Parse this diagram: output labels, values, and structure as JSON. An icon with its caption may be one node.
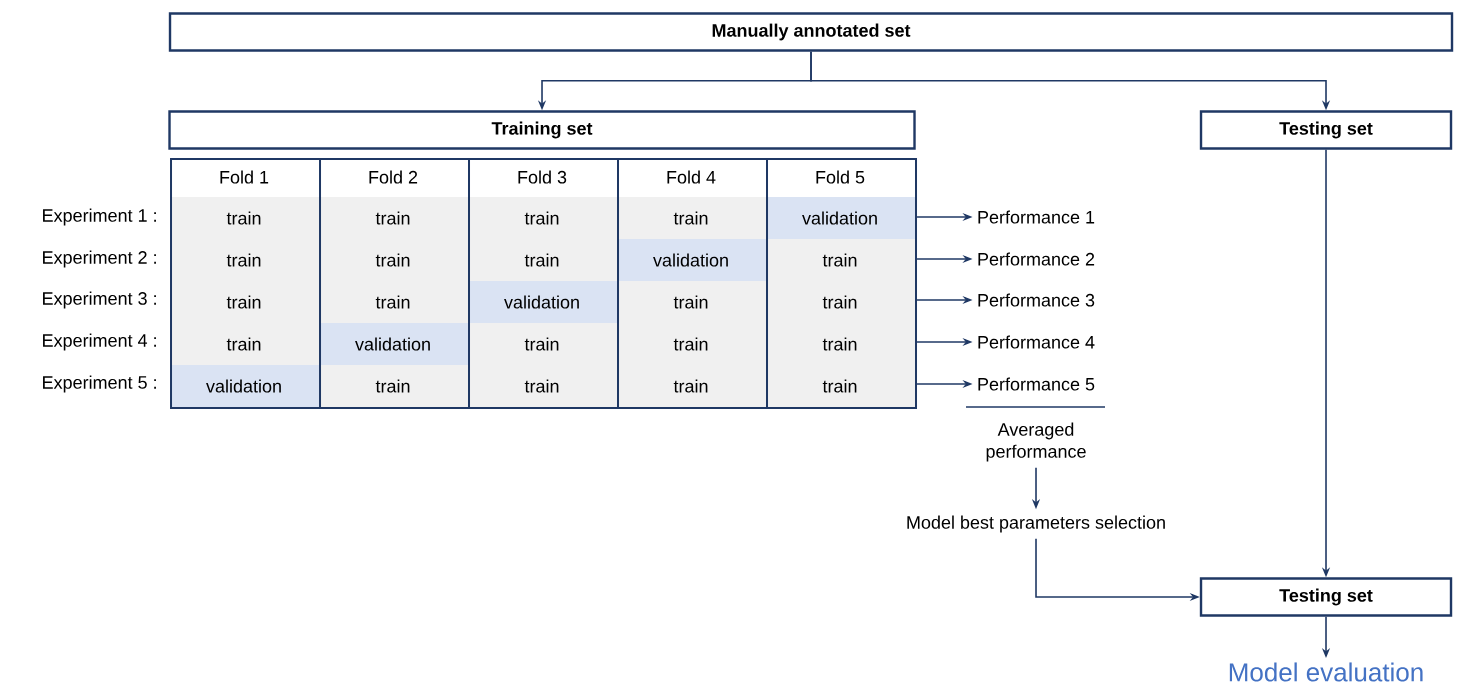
{
  "diagram": {
    "nodes": [
      {
        "text": [
          "Manually annotated set"
        ]
      },
      {
        "text": [
          "Training set"
        ]
      },
      {
        "text": [
          "Testing set"
        ]
      },
      {
        "text": [
          "Fold 1",
          "train",
          "train",
          "train",
          "train",
          "validation"
        ]
      },
      {
        "text": [
          "Fold 2",
          "train",
          "train",
          "train",
          "validation",
          "train"
        ]
      },
      {
        "text": [
          "Fold 3",
          "train",
          "train",
          "validation",
          "train",
          "train"
        ]
      },
      {
        "text": [
          "Fold 4",
          "train",
          "validation",
          "train",
          "train",
          "train"
        ]
      },
      {
        "text": [
          "Fold 5",
          "validation",
          "train",
          "train",
          "train",
          "train"
        ]
      },
      {
        "text": [
          "Performance 1"
        ]
      },
      {
        "text": [
          "Performance 2"
        ]
      },
      {
        "text": [
          "Performance 3"
        ]
      },
      {
        "text": [
          "Performance 4"
        ]
      },
      {
        "text": [
          "Performance 5"
        ]
      },
      {
        "text": [
          "Averaged performance"
        ]
      },
      {
        "text": [
          "Model best parameters selection"
        ]
      },
      {
        "text": [
          "Testing set"
        ]
      },
      {
        "text": [
          "Model evaluation"
        ]
      }
    ],
    "edges": [
      {
        "from": 0,
        "to": 1,
        "arrow": "to"
      },
      {
        "from": 0,
        "to": 2,
        "arrow": "to"
      },
      {
        "from": 7,
        "to": 8,
        "arrow": "to"
      },
      {
        "from": 7,
        "to": 9,
        "arrow": "to"
      },
      {
        "from": 7,
        "to": 10,
        "arrow": "to"
      },
      {
        "from": 7,
        "to": 11,
        "arrow": "to"
      },
      {
        "from": 7,
        "to": 12,
        "arrow": "to"
      },
      {
        "from": 13,
        "to": 14,
        "arrow": "to"
      },
      {
        "from": 14,
        "to": 15,
        "arrow": "to"
      },
      {
        "from": 2,
        "to": 15,
        "arrow": "to"
      },
      {
        "from": 15,
        "to": 16,
        "arrow": "to"
      }
    ],
    "labels": [
      "Experiment 1 :",
      "Experiment 2 :",
      "Experiment 3 :",
      "Experiment 4 :",
      "Experiment 5 :"
    ]
  }
}
